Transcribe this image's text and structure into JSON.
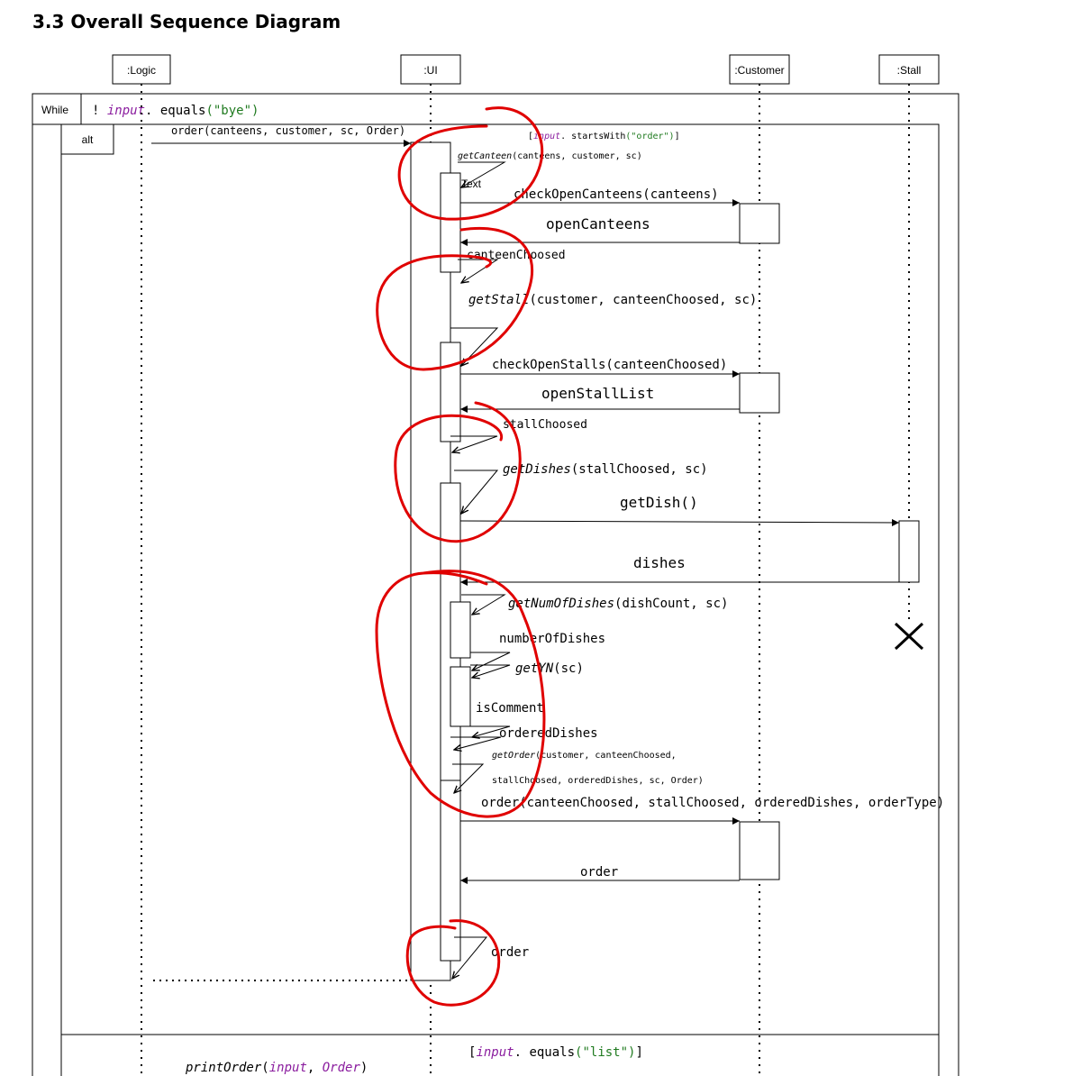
{
  "page_title": "3.3 Overall Sequence Diagram",
  "participants": [
    ":Logic",
    ":UI",
    ":Customer",
    ":Stall"
  ],
  "fragments": {
    "while_label": "While",
    "while_guard": {
      "prefix": "! ",
      "var": "input",
      "call": ". equals",
      "arg": "(\"bye\")"
    },
    "alt_label": "alt",
    "alt_guard_1": {
      "prefix": "[",
      "var": "input",
      "call": ". startsWith",
      "arg": "(\"order\")",
      "suffix": "]"
    },
    "alt_guard_2": {
      "prefix": "[",
      "var": "input",
      "call": ". equals",
      "arg": "(\"list\")",
      "suffix": "]"
    }
  },
  "messages": {
    "order_call": "order(canteens, customer, sc, Order)",
    "get_canteen": {
      "name": "getCanteen",
      "args": "(canteens,  customer, sc)"
    },
    "text_note": "Text",
    "check_open_canteens": "checkOpenCanteens(canteens)",
    "open_canteens": "openCanteens",
    "canteen_choosed": "canteenChoosed",
    "get_stall": {
      "name": "getStall",
      "args": "(customer,  canteenChoosed, sc)"
    },
    "check_open_stalls": "checkOpenStalls(canteenChoosed)",
    "open_stall_list": "openStallList",
    "stall_choosed": "stallChoosed",
    "get_dishes": {
      "name": "getDishes",
      "args": "(stallChoosed, sc)"
    },
    "get_dish": "getDish()",
    "dishes": "dishes",
    "get_num_of_dishes": {
      "name": "getNumOfDishes",
      "args": "(dishCount, sc)"
    },
    "number_of_dishes": "numberOfDishes",
    "get_yn": {
      "name": "getYN",
      "args": "(sc)"
    },
    "is_comment": "isComment",
    "ordered_dishes": "orderedDishes",
    "get_order_line1": {
      "name": "getOrder",
      "args": "(customer,  canteenChoosed,"
    },
    "get_order_line2": "stallChoosed,  orderedDishes, sc, Order)",
    "order_create": "order(canteenChoosed,  stallChoosed,  orderedDishes, orderType)",
    "order_return": "order",
    "order_self_return": "order",
    "print_order": {
      "name": "printOrder",
      "arg1": "input",
      "arg2": "Order"
    }
  }
}
